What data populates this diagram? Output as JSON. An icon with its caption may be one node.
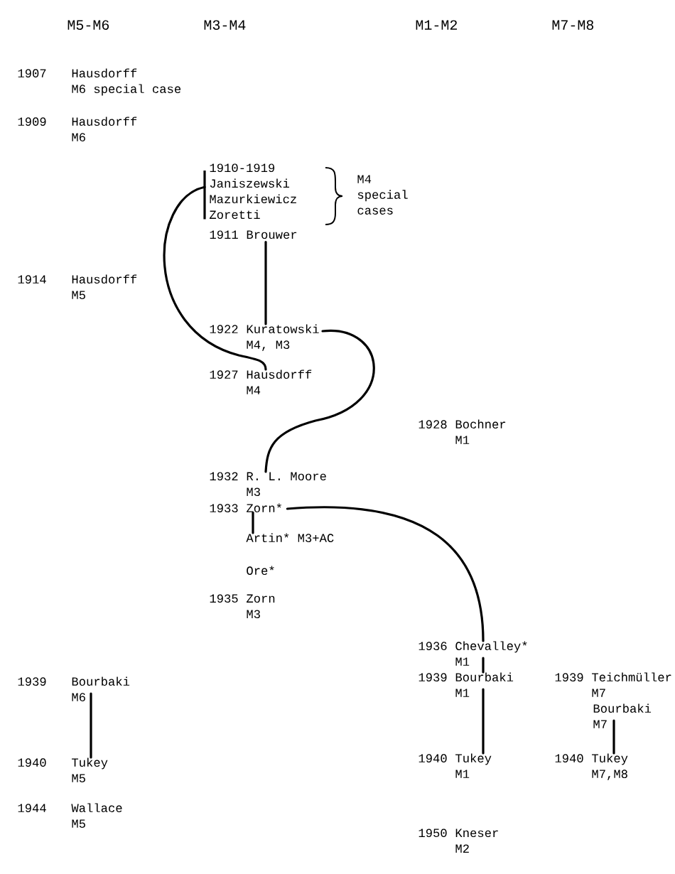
{
  "diagram": {
    "nodes": [
      {
        "text": [
          "1907",
          "Hausdorff",
          "M6 special case"
        ]
      },
      {
        "text": [
          "1909",
          "Hausdorff",
          "M6"
        ]
      },
      {
        "text": [
          "1910-1919",
          "Janiszewski",
          "Mazurkiewicz",
          "Zoretti"
        ]
      },
      {
        "text": [
          "1911",
          "Brouwer"
        ]
      },
      {
        "text": [
          "1914",
          "Hausdorff",
          "M5"
        ]
      },
      {
        "text": [
          "1922",
          "Kuratowski",
          "M4, M3"
        ]
      },
      {
        "text": [
          "1927",
          "Hausdorff",
          "M4"
        ]
      },
      {
        "text": [
          "1928",
          "Bochner",
          "M1"
        ]
      },
      {
        "text": [
          "1932",
          "R. L. Moore",
          "M3"
        ]
      },
      {
        "text": [
          "1933",
          "Zorn*"
        ]
      },
      {
        "text": [
          "Artin* M3+AC"
        ]
      },
      {
        "text": [
          "Ore*"
        ]
      },
      {
        "text": [
          "1935",
          "Zorn",
          "M3"
        ]
      },
      {
        "text": [
          "1936",
          "Chevalley*",
          "M1"
        ]
      },
      {
        "text": [
          "1939",
          "Bourbaki",
          "M1"
        ]
      },
      {
        "text": [
          "1939",
          "Teichmüller",
          "M7"
        ]
      },
      {
        "text": [
          "Bourbaki",
          "M7"
        ]
      },
      {
        "text": [
          "1939",
          "Bourbaki",
          "M6"
        ]
      },
      {
        "text": [
          "1940",
          "Tukey",
          "M5"
        ]
      },
      {
        "text": [
          "1940",
          "Tukey",
          "M1"
        ]
      },
      {
        "text": [
          "1940",
          "Tukey",
          "M7,M8"
        ]
      },
      {
        "text": [
          "1944",
          "Wallace",
          "M5"
        ]
      },
      {
        "text": [
          "1950",
          "Kneser",
          "M2"
        ]
      }
    ],
    "edges": [
      {
        "from": 2,
        "to": 6,
        "arrow": "none"
      },
      {
        "from": 3,
        "to": 5,
        "arrow": "none"
      },
      {
        "from": 5,
        "to": 8,
        "arrow": "none"
      },
      {
        "from": 9,
        "to": 13,
        "arrow": "none"
      },
      {
        "from": 9,
        "to": 10,
        "arrow": "none"
      },
      {
        "from": 13,
        "to": 14,
        "arrow": "none"
      },
      {
        "from": 14,
        "to": 19,
        "arrow": "none"
      },
      {
        "from": 16,
        "to": 20,
        "arrow": "none"
      },
      {
        "from": 17,
        "to": 18,
        "arrow": "none"
      }
    ],
    "labels": [
      "M5-M6",
      "M3-M4",
      "M1-M2",
      "M7-M8",
      "M4 special cases"
    ]
  }
}
